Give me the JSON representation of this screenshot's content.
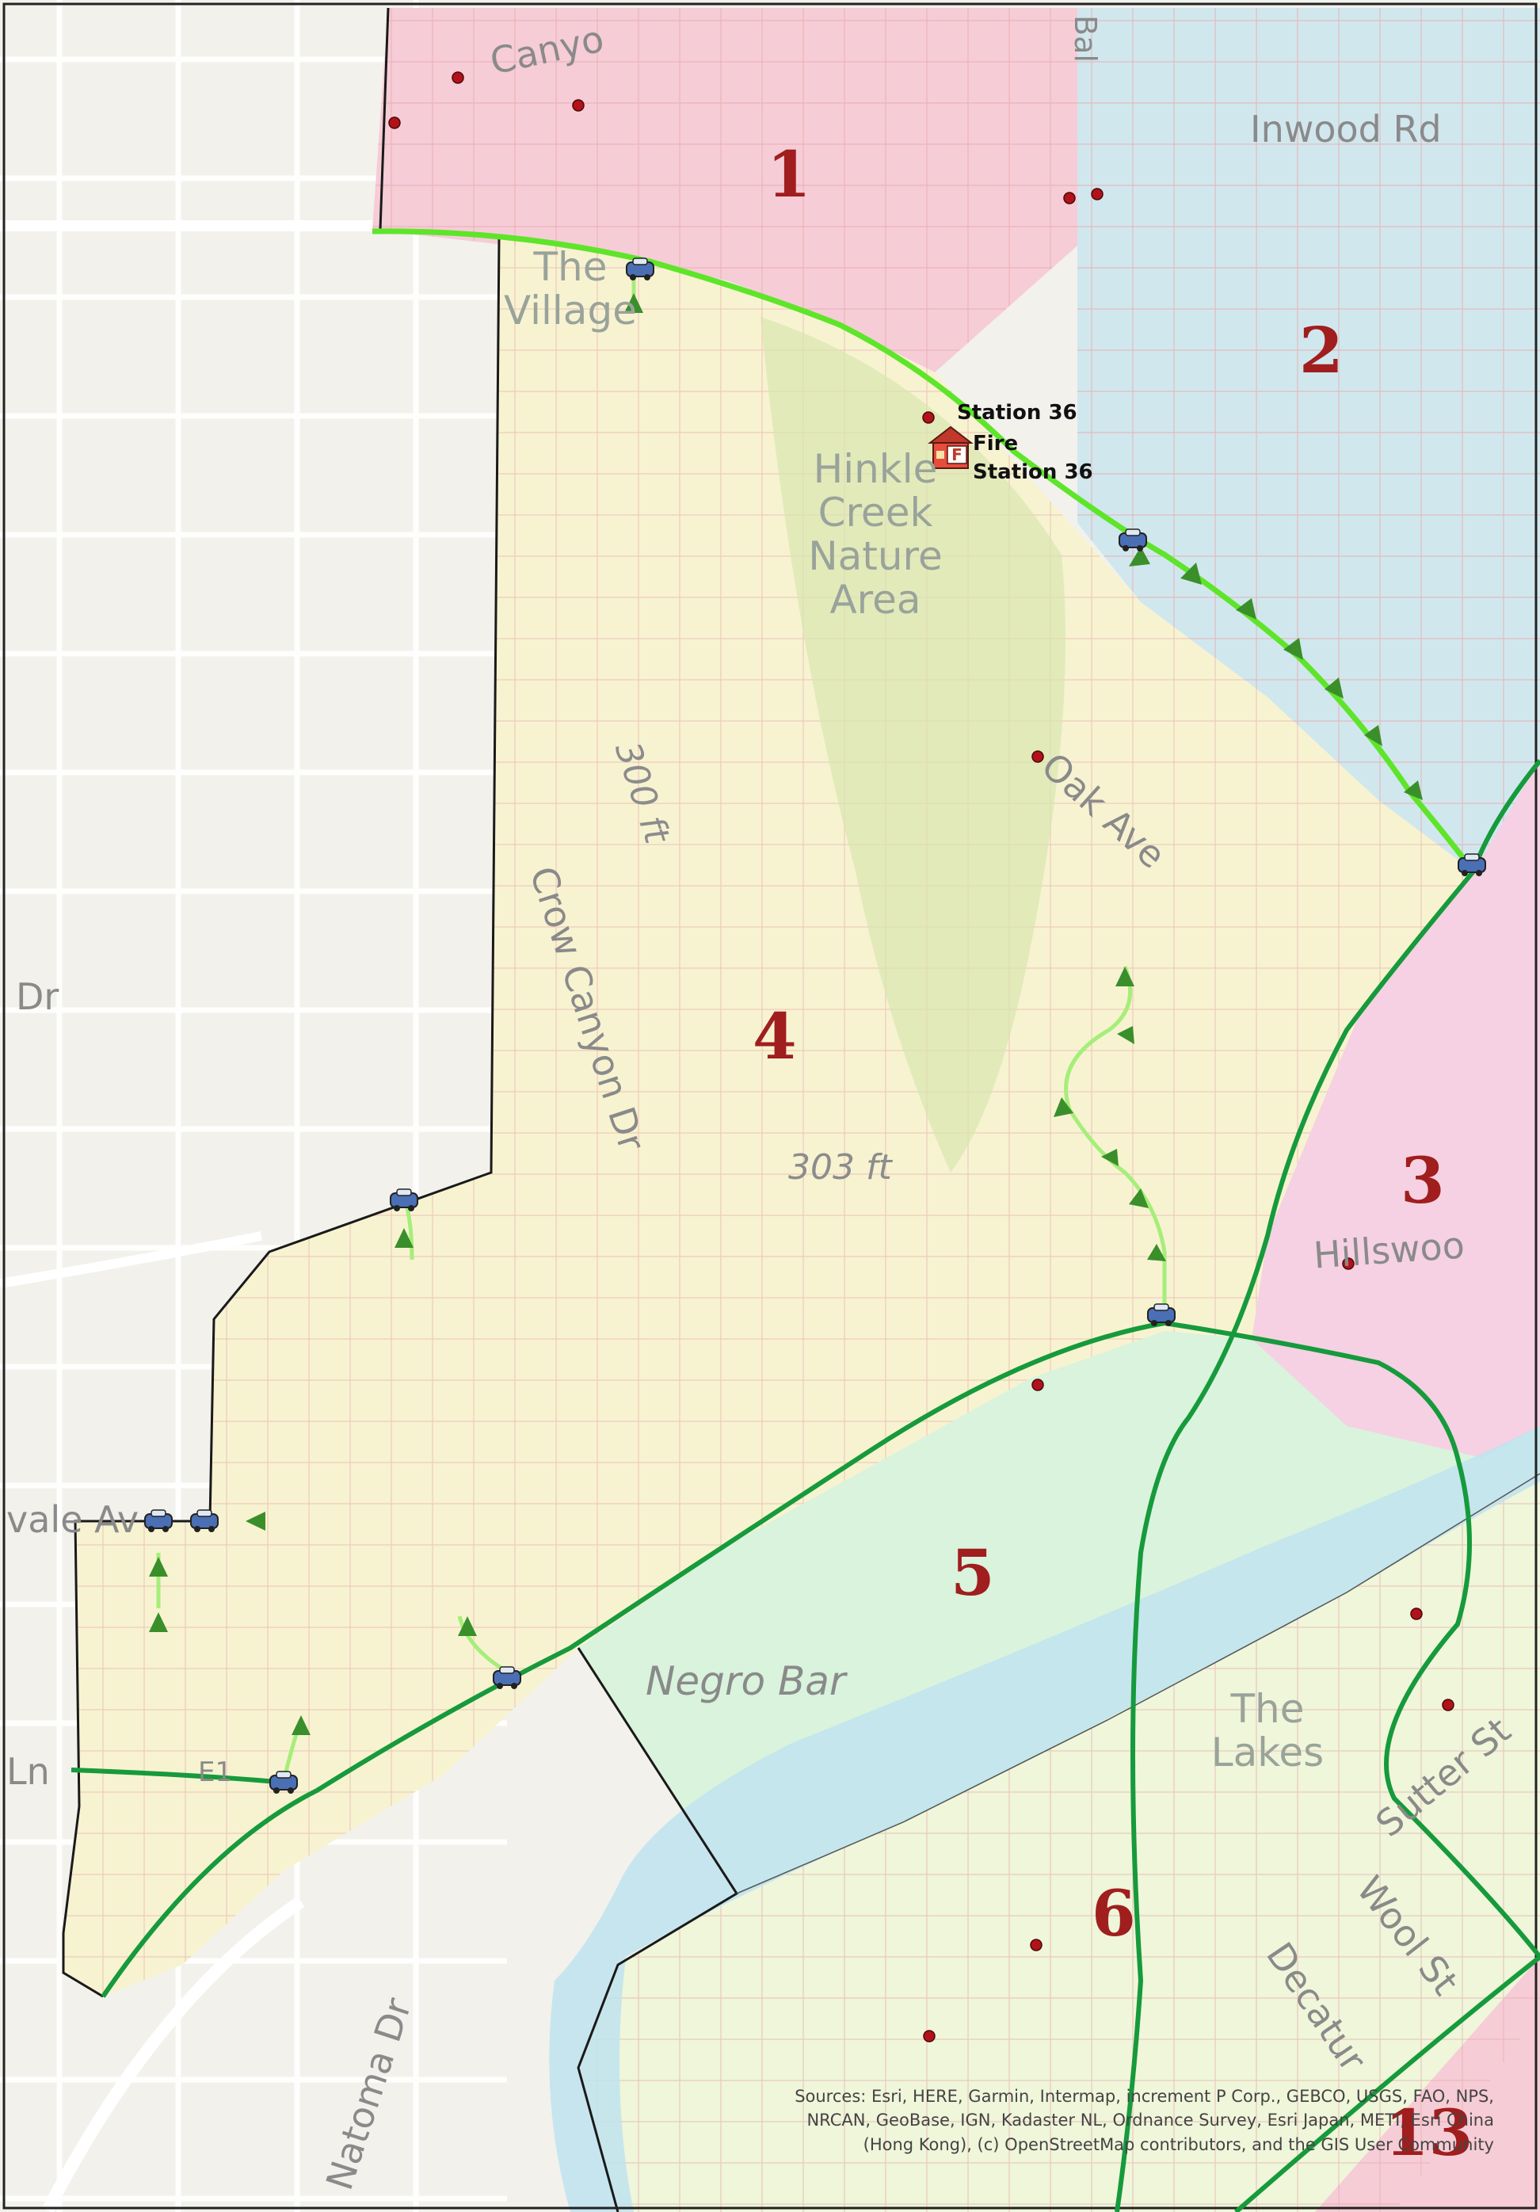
{
  "districts": [
    {
      "id": "1",
      "label": "1"
    },
    {
      "id": "2",
      "label": "2"
    },
    {
      "id": "3",
      "label": "3"
    },
    {
      "id": "4",
      "label": "4"
    },
    {
      "id": "5",
      "label": "5"
    },
    {
      "id": "6",
      "label": "6"
    },
    {
      "id": "13",
      "label": "13"
    }
  ],
  "streets": {
    "canyon": "Canyo",
    "inwood": "Inwood Rd",
    "oak_ave": "Oak Ave",
    "crow_canyon": "Crow Canyon Dr",
    "hillswood": "Hillswoo",
    "dr": "Dr",
    "vale": "vale Av",
    "ln": "Ln",
    "sutter": "Sutter St",
    "wool": "Wool St",
    "decatur": "Decatur",
    "natoma": "Natoma Dr",
    "bal": "Bal",
    "e1": "E1"
  },
  "places": {
    "the_village": "The Village",
    "hinkle": "Hinkle Creek Nature Area",
    "negro_bar": "Negro Bar",
    "the_lakes": "The Lakes"
  },
  "elevations": {
    "e300": "300 ft",
    "e303": "303 ft"
  },
  "station": {
    "label_top": "Station 36",
    "label_fire": "Fire",
    "label_bottom": "Station 36"
  },
  "attribution": "Sources: Esri, HERE, Garmin, Intermap, increment P Corp., GEBCO, USGS, FAO, NPS, NRCAN, GeoBase, IGN, Kadaster NL, Ordnance Survey, Esri Japan, METI, Esri China (Hong Kong), (c) OpenStreetMap contributors, and the GIS User Community",
  "colors": {
    "district1": "#f6c9d6",
    "district2": "#cfe6ee",
    "district3": "#f4cfe3",
    "district4": "#f7f3cf",
    "district5": "#d7f2dc",
    "district6": "#eef5d9",
    "district13": "#f6c9d6",
    "river": "#bfe3ef",
    "route_dark": "#169a3c",
    "route_light": "#5ee52a",
    "route_pale": "#a6ee7a",
    "point": "#b3121b"
  },
  "icons": {
    "patrol": "police-car-icon",
    "fire_station": "fire-station-icon",
    "arrow": "direction-arrow-icon",
    "incident": "incident-point-icon"
  }
}
